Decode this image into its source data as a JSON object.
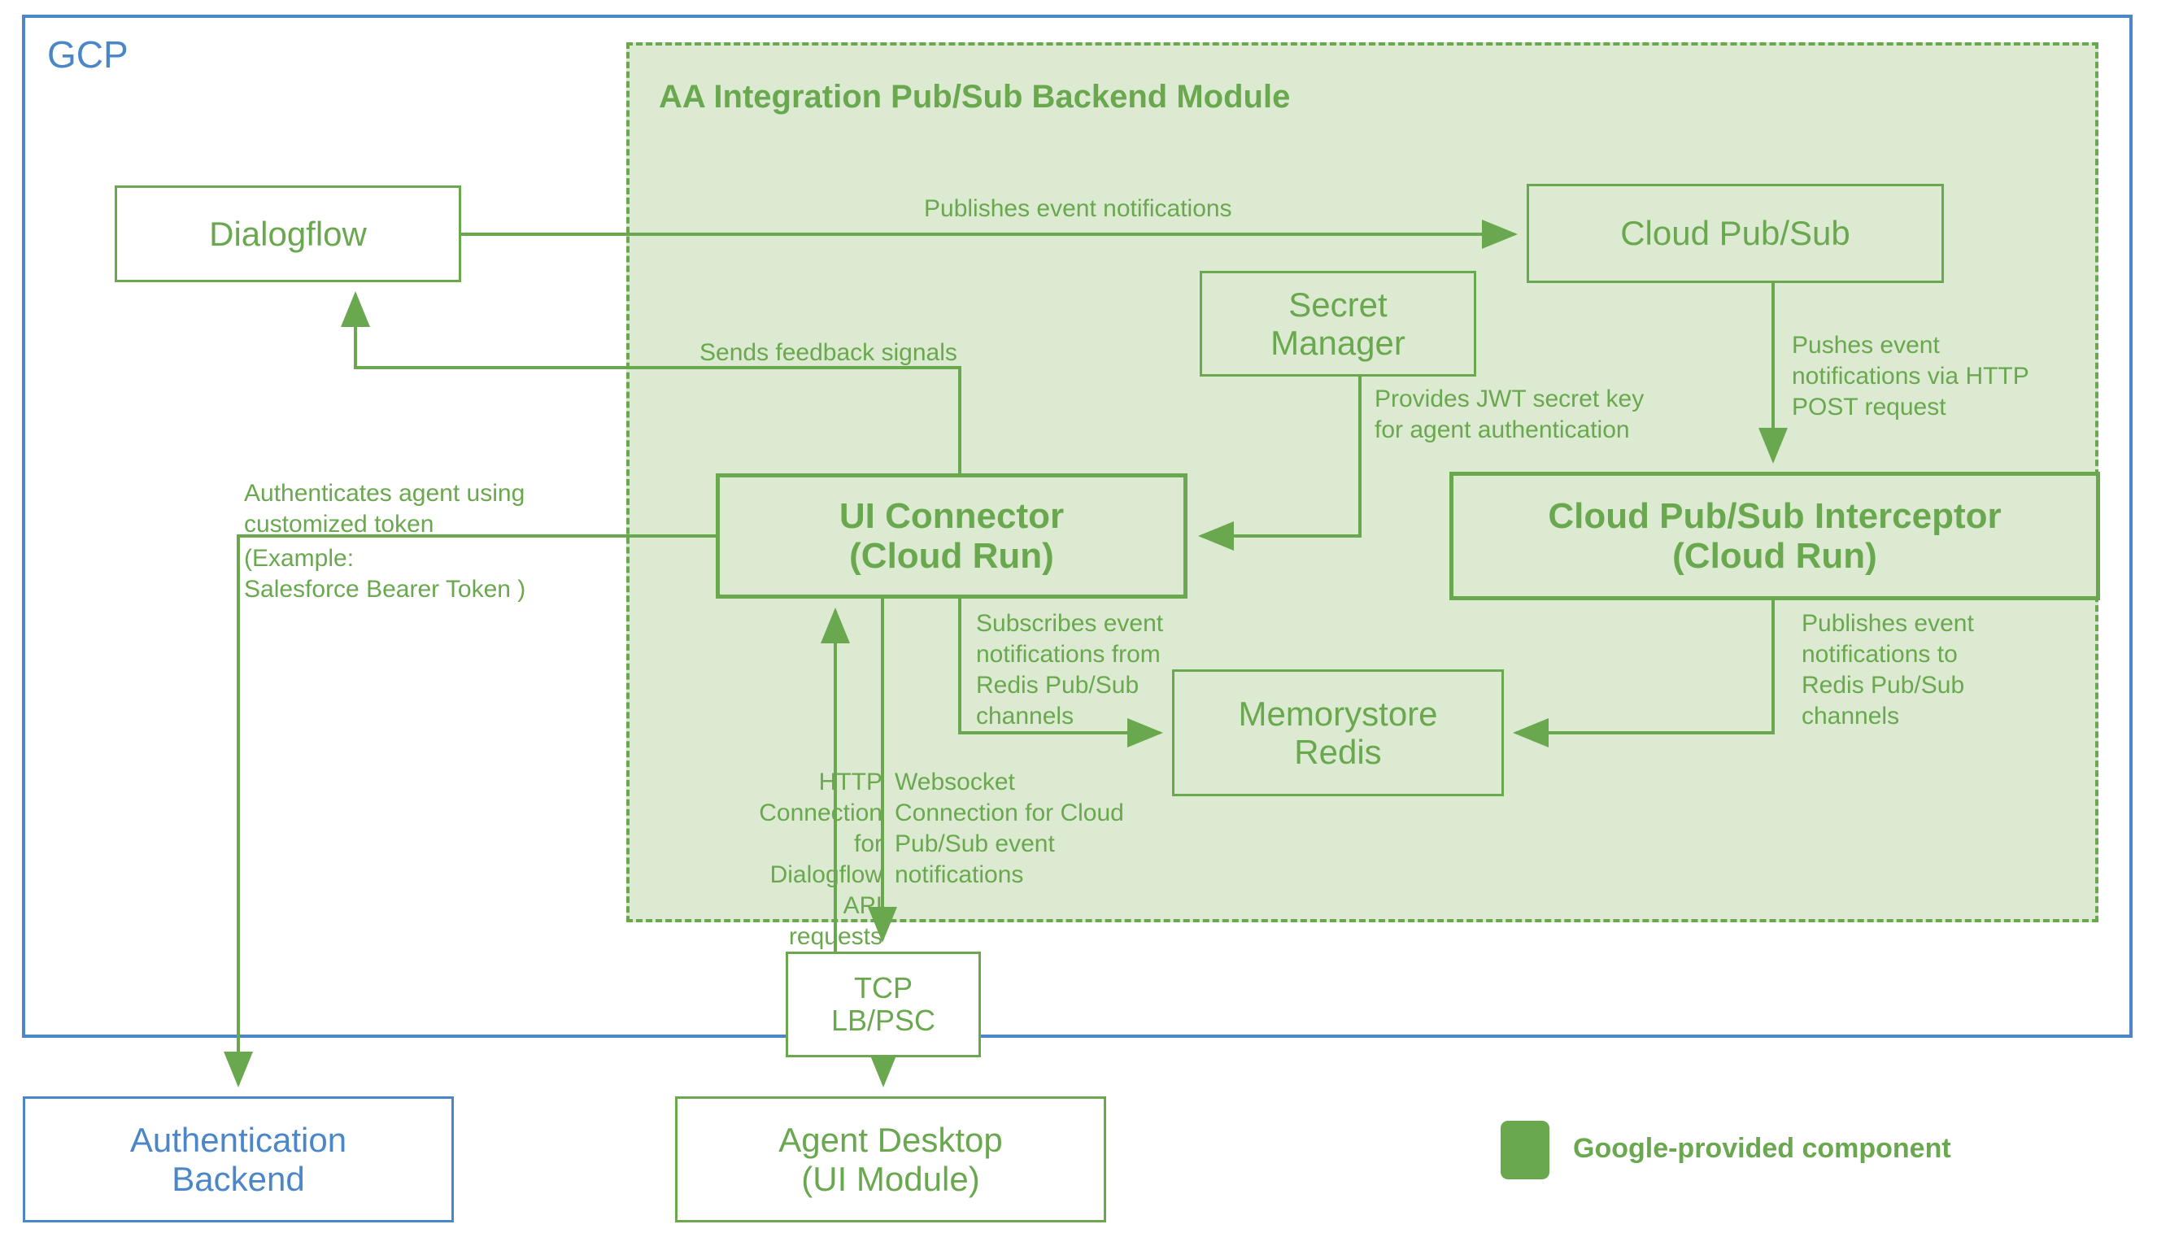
{
  "diagram": {
    "title": "AA Integration Pub/Sub Backend Module",
    "gcp_label": "GCP",
    "colors": {
      "google_green": "#6aa84f",
      "google_blue": "#4a86c8",
      "module_fill": "#dbead0",
      "white": "#ffffff"
    }
  },
  "nodes": {
    "dialogflow": {
      "label": "Dialogflow"
    },
    "cloud_pubsub": {
      "label": "Cloud Pub/Sub"
    },
    "secret_manager": {
      "label": "Secret\nManager"
    },
    "ui_connector": {
      "label": "UI Connector\n(Cloud Run)"
    },
    "pubsub_interceptor": {
      "label": "Cloud Pub/Sub Interceptor\n(Cloud Run)"
    },
    "memorystore_redis": {
      "label": "Memorystore\nRedis"
    },
    "tcp_lb_psc": {
      "label": "TCP\nLB/PSC"
    },
    "agent_desktop": {
      "label": "Agent Desktop\n(UI Module)"
    },
    "authentication_backend": {
      "label": "Authentication\nBackend"
    }
  },
  "edges": {
    "publishes_event_notifications": {
      "label": "Publishes event notifications",
      "from": "dialogflow",
      "to": "cloud_pubsub"
    },
    "sends_feedback_signals": {
      "label": "Sends feedback signals",
      "from": "ui_connector",
      "to": "dialogflow"
    },
    "pushes_event_http_post": {
      "label": "Pushes event\nnotifications via HTTP\nPOST request",
      "from": "cloud_pubsub",
      "to": "pubsub_interceptor"
    },
    "provides_jwt_secret": {
      "label": "Provides JWT secret key\nfor agent authentication",
      "from": "secret_manager",
      "to": "ui_connector"
    },
    "authenticates_agent": {
      "label": "Authenticates agent using\ncustomized token",
      "from": "ui_connector",
      "to": "authentication_backend"
    },
    "authenticates_agent_example": {
      "label": "(Example:\nSalesforce Bearer Token )"
    },
    "subscribes_event_notifications": {
      "label": "Subscribes event\nnotifications from\nRedis Pub/Sub\nchannels",
      "from": "ui_connector",
      "to": "memorystore_redis"
    },
    "publishes_to_redis": {
      "label": "Publishes event\nnotifications to\nRedis Pub/Sub\nchannels",
      "from": "pubsub_interceptor",
      "to": "memorystore_redis"
    },
    "http_connection": {
      "label": "HTTP\nConnection for\nDialogflow API\nrequests",
      "from": "tcp_lb_psc",
      "to": "ui_connector"
    },
    "websocket_connection": {
      "label": "Websocket\nConnection for Cloud\nPub/Sub event\nnotifications",
      "from": "ui_connector",
      "to": "tcp_lb_psc"
    },
    "tcp_to_agent_desktop": {
      "label": "",
      "from": "tcp_lb_psc",
      "to": "agent_desktop"
    }
  },
  "legend": {
    "swatch_color": "#6aa84f",
    "label": "Google-provided component"
  }
}
